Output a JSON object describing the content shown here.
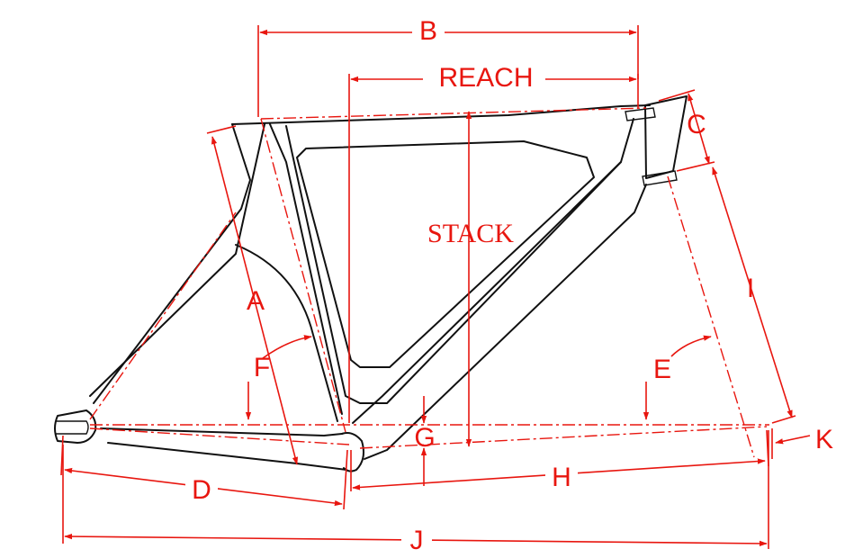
{
  "diagram": {
    "labels": {
      "b": "B",
      "reach": "REACH",
      "c": "C",
      "stack": "STACK",
      "i": "I",
      "a": "A",
      "f": "F",
      "e": "E",
      "g": "G",
      "k": "K",
      "d": "D",
      "h": "H",
      "j": "J"
    },
    "colors": {
      "dimension": "#e8160f",
      "frame": "#111111",
      "background": "#ffffff"
    }
  }
}
